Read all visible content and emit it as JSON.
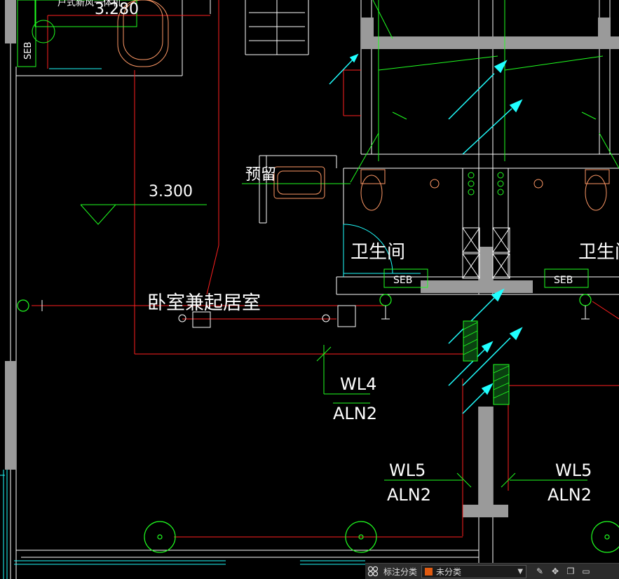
{
  "drawing": {
    "labels": {
      "top_partial": "户式新风一体机",
      "top_elev": "3.280",
      "seb_vertical": "SEB",
      "reserve": "预留",
      "elev": "3.300",
      "bedroom": "卧室兼起居室",
      "bath_left": "卫生间",
      "bath_right": "卫生间",
      "seb_left": "SEB",
      "seb_right": "SEB",
      "wl4": "WL4",
      "aln2_a": "ALN2",
      "wl5_left": "WL5",
      "aln2_left": "ALN2",
      "wl5_right": "WL5",
      "aln2_right": "ALN2"
    },
    "colors": {
      "background": "#000000",
      "wall": "#9a9a9a",
      "red": "#ff2020",
      "green": "#20ff20",
      "cyan": "#20ffff",
      "white": "#ffffff",
      "orange": "#ff9966"
    }
  },
  "toolbar": {
    "grid_icon": "grid-icon",
    "category_label": "标注分类",
    "category_value": "未分类",
    "category_swatch": "#e05a10",
    "icons": [
      "edit-icon",
      "move-icon",
      "copy-icon",
      "more-icon"
    ]
  }
}
